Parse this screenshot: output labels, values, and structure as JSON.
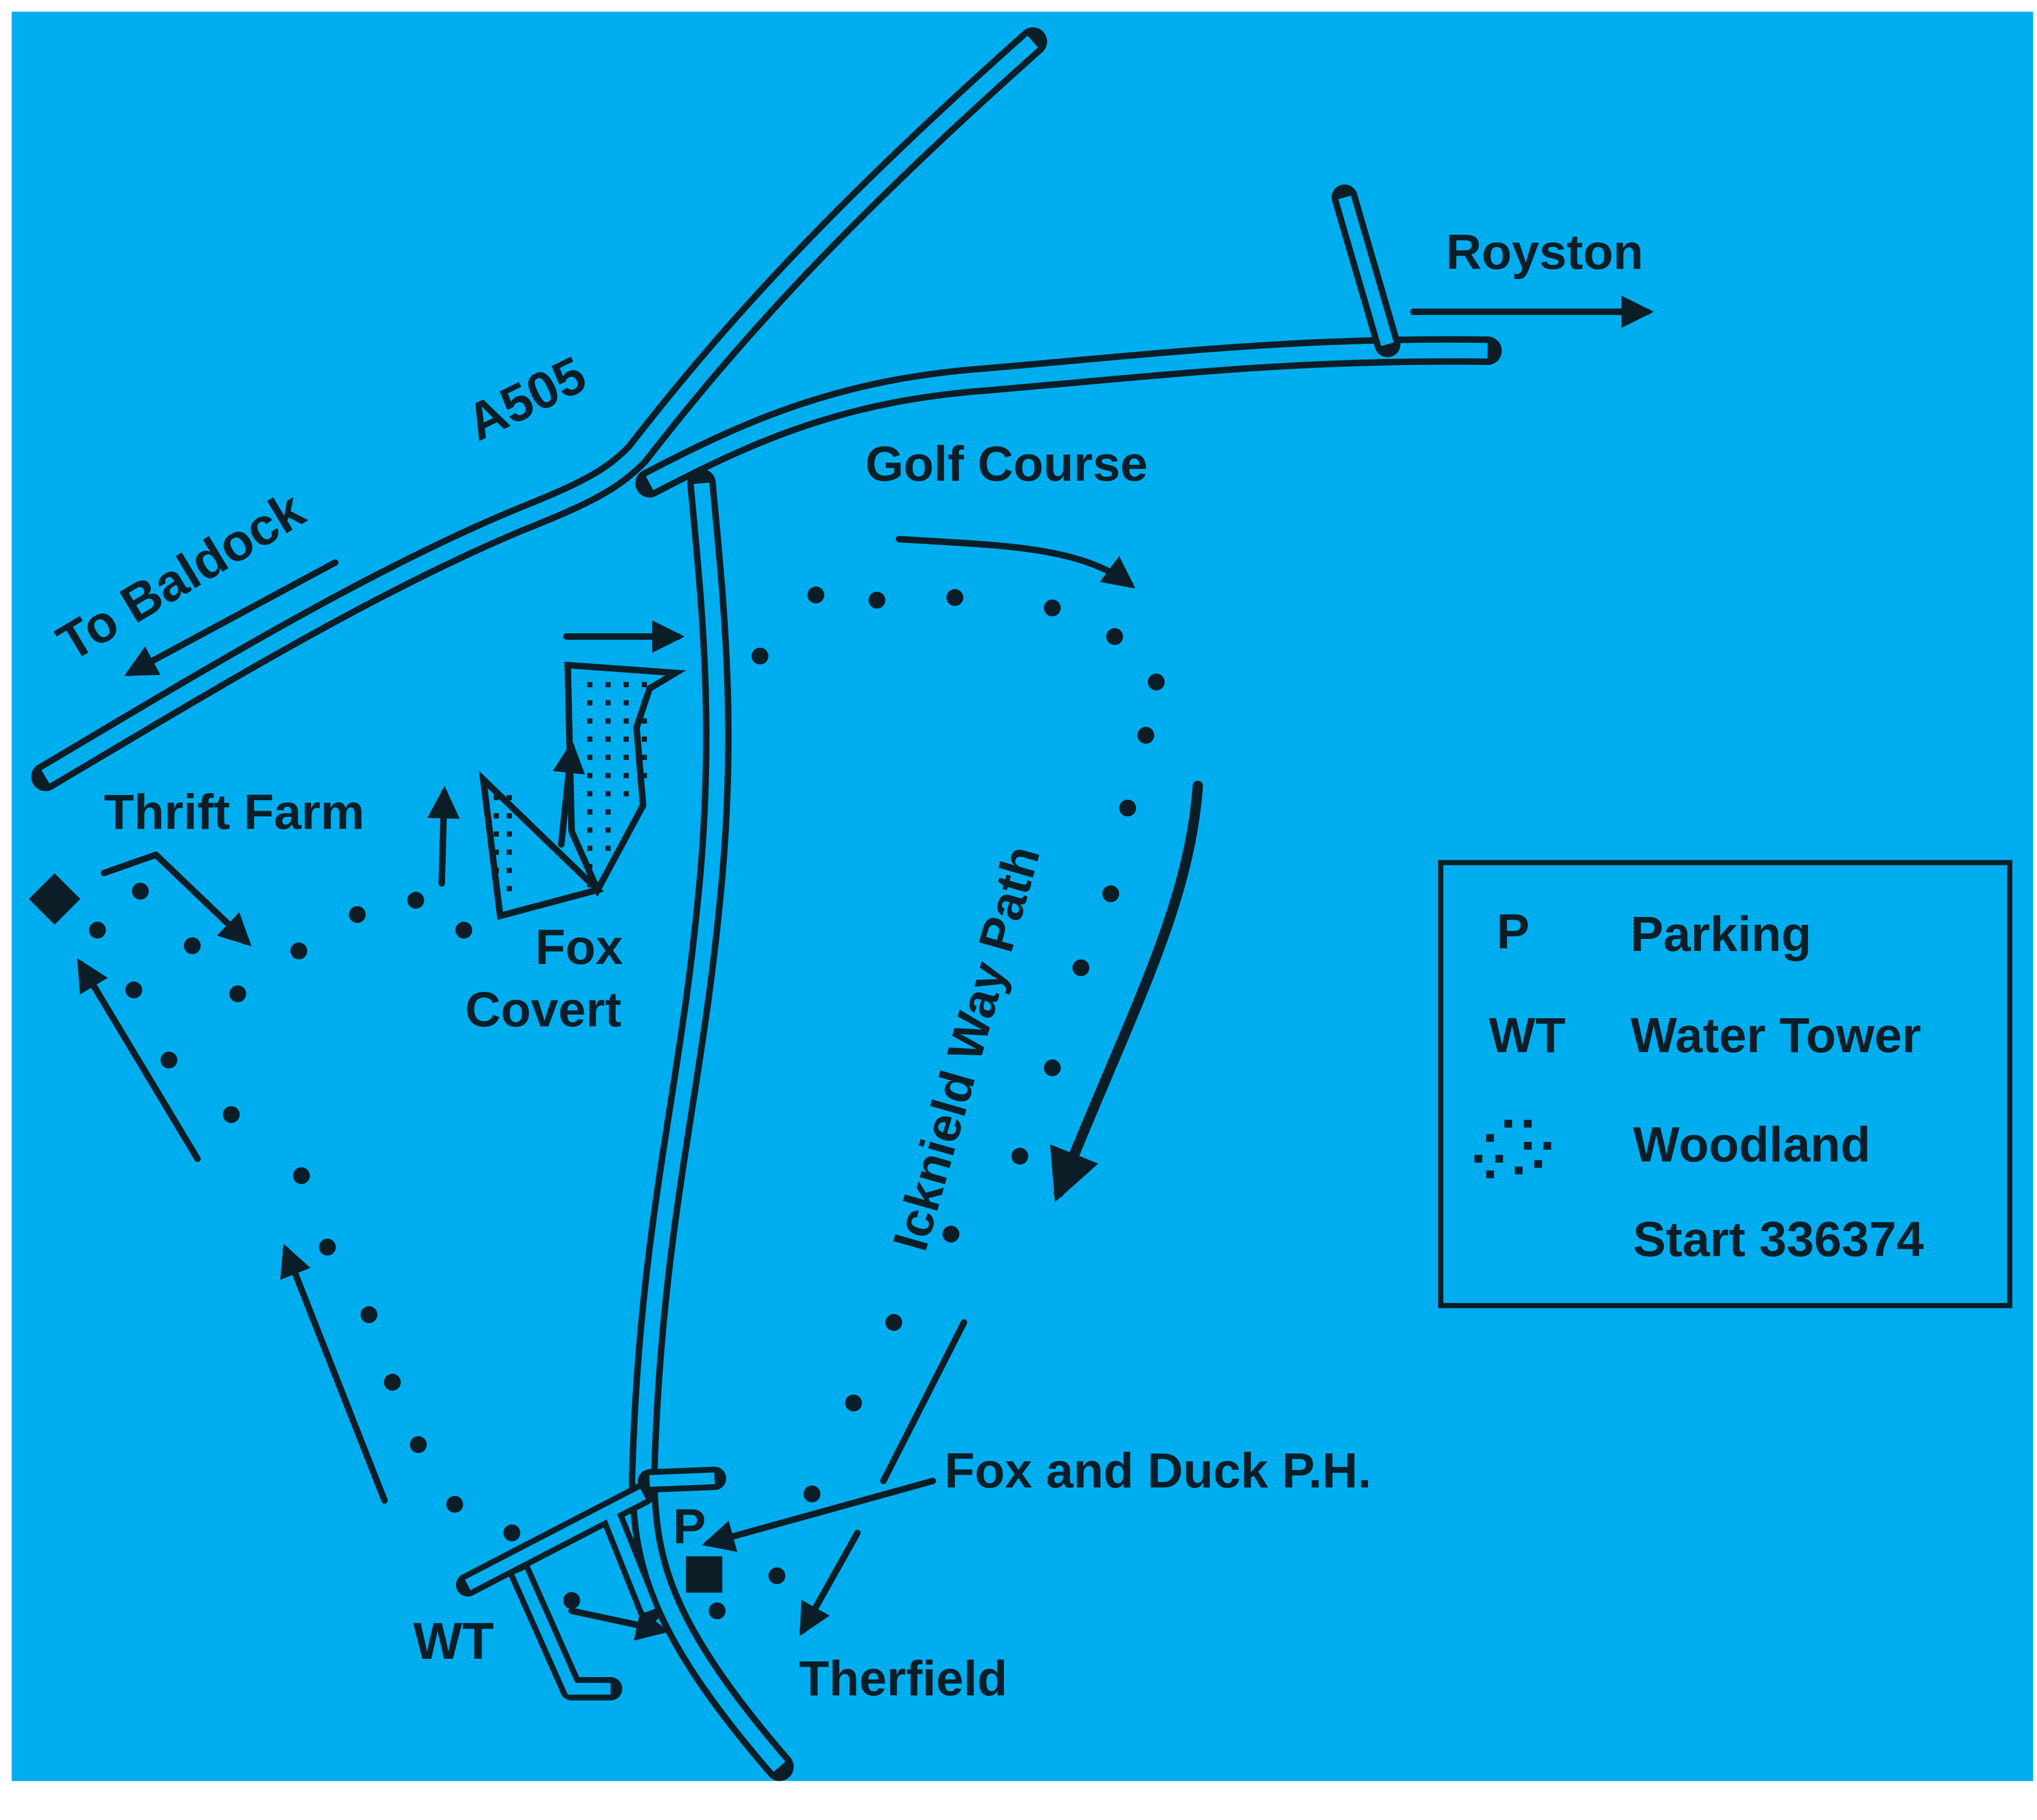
{
  "colors": {
    "background": "#00AEEF",
    "ink": "#0B1E28"
  },
  "roads": {
    "a505": "A505"
  },
  "places": {
    "to_baldock": "To Baldock",
    "royston": "Royston",
    "golf_course": "Golf Course",
    "thrift_farm": "Thrift Farm",
    "fox": "Fox",
    "covert": "Covert",
    "icknield_way_path": "Icknield Way Path",
    "fox_and_duck": "Fox and Duck P.H.",
    "therfield": "Therfield",
    "water_tower_abbr": "WT",
    "parking_abbr": "P"
  },
  "legend": {
    "items": [
      {
        "symbol": "P",
        "label": "Parking"
      },
      {
        "symbol": "WT",
        "label": "Water Tower"
      },
      {
        "symbol": "woodland-dots",
        "label": "Woodland"
      }
    ],
    "start": "Start 336374"
  }
}
